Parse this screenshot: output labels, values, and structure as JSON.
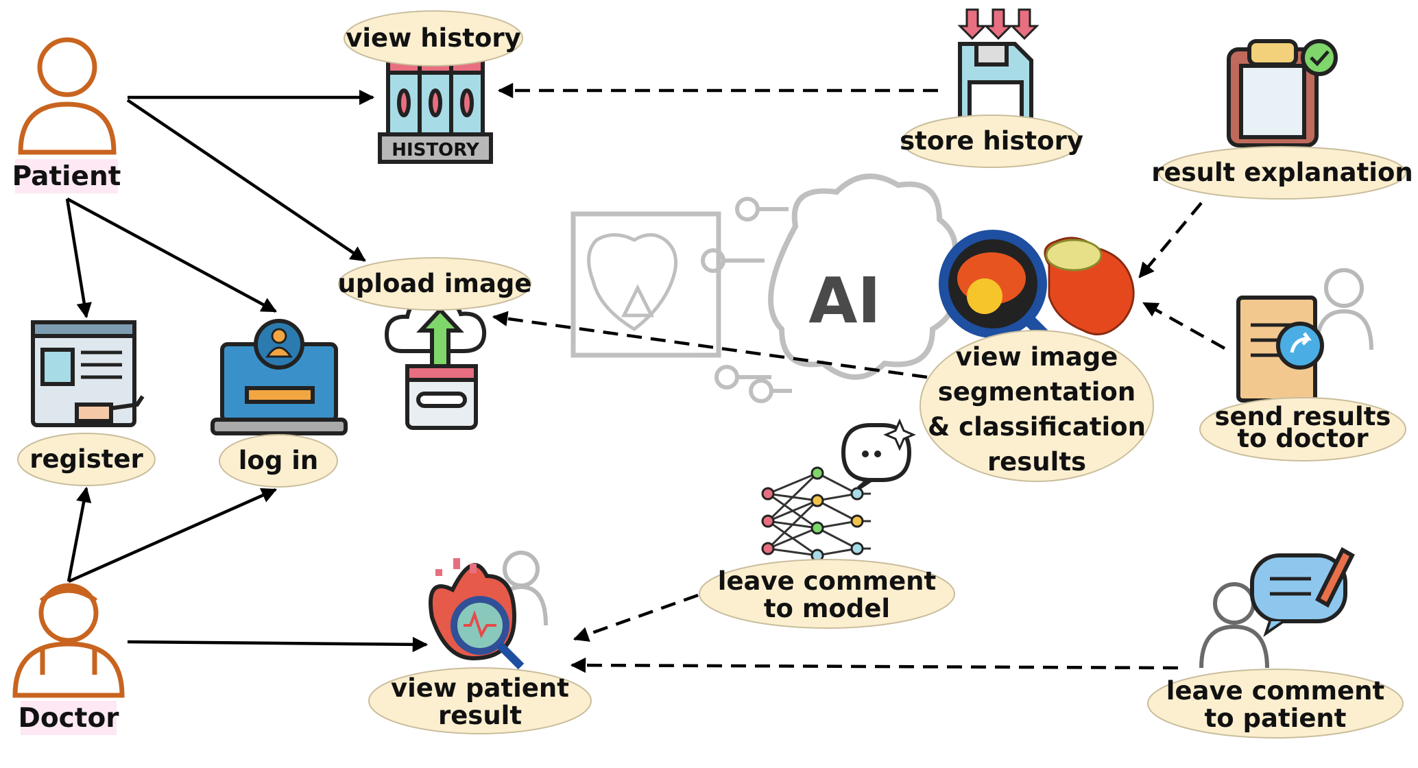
{
  "actors": {
    "patient": "Patient",
    "doctor": "Doctor"
  },
  "use_cases": {
    "view_history": "view history",
    "store_history": "store history",
    "result_explanation": "result explanation",
    "upload_image": "upload image",
    "view_image": [
      "view image",
      "segmentation",
      "& classification",
      "results"
    ],
    "send_results": [
      "send results",
      "to doctor"
    ],
    "register": "register",
    "log_in": "log in",
    "leave_comment_model": [
      "leave comment",
      "to model"
    ],
    "view_patient_result": [
      "view patient",
      "result"
    ],
    "leave_comment_patient": [
      "leave comment",
      "to patient"
    ]
  },
  "icon_text": {
    "history_sign": "HISTORY",
    "ai_mark": "AI"
  },
  "colors": {
    "actor_orange": "#c8641f",
    "use_case_fill": "#fcefd0",
    "arrow": "#000000",
    "background_gray": "#b9b9b9"
  }
}
